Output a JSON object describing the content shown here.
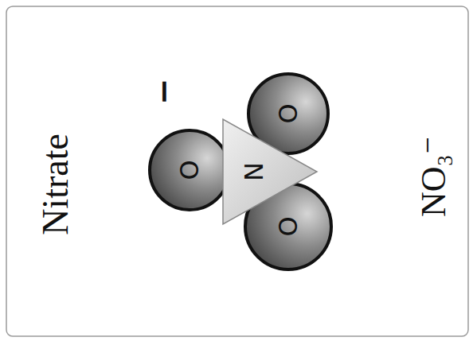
{
  "diagram": {
    "title": "Nitrate",
    "nodes": [
      {
        "text": [
          "O"
        ]
      },
      {
        "text": [
          "O"
        ]
      },
      {
        "text": [
          "O"
        ]
      },
      {
        "text": [
          "N"
        ]
      }
    ],
    "labels": [
      "NO₃⁻",
      "−"
    ]
  }
}
